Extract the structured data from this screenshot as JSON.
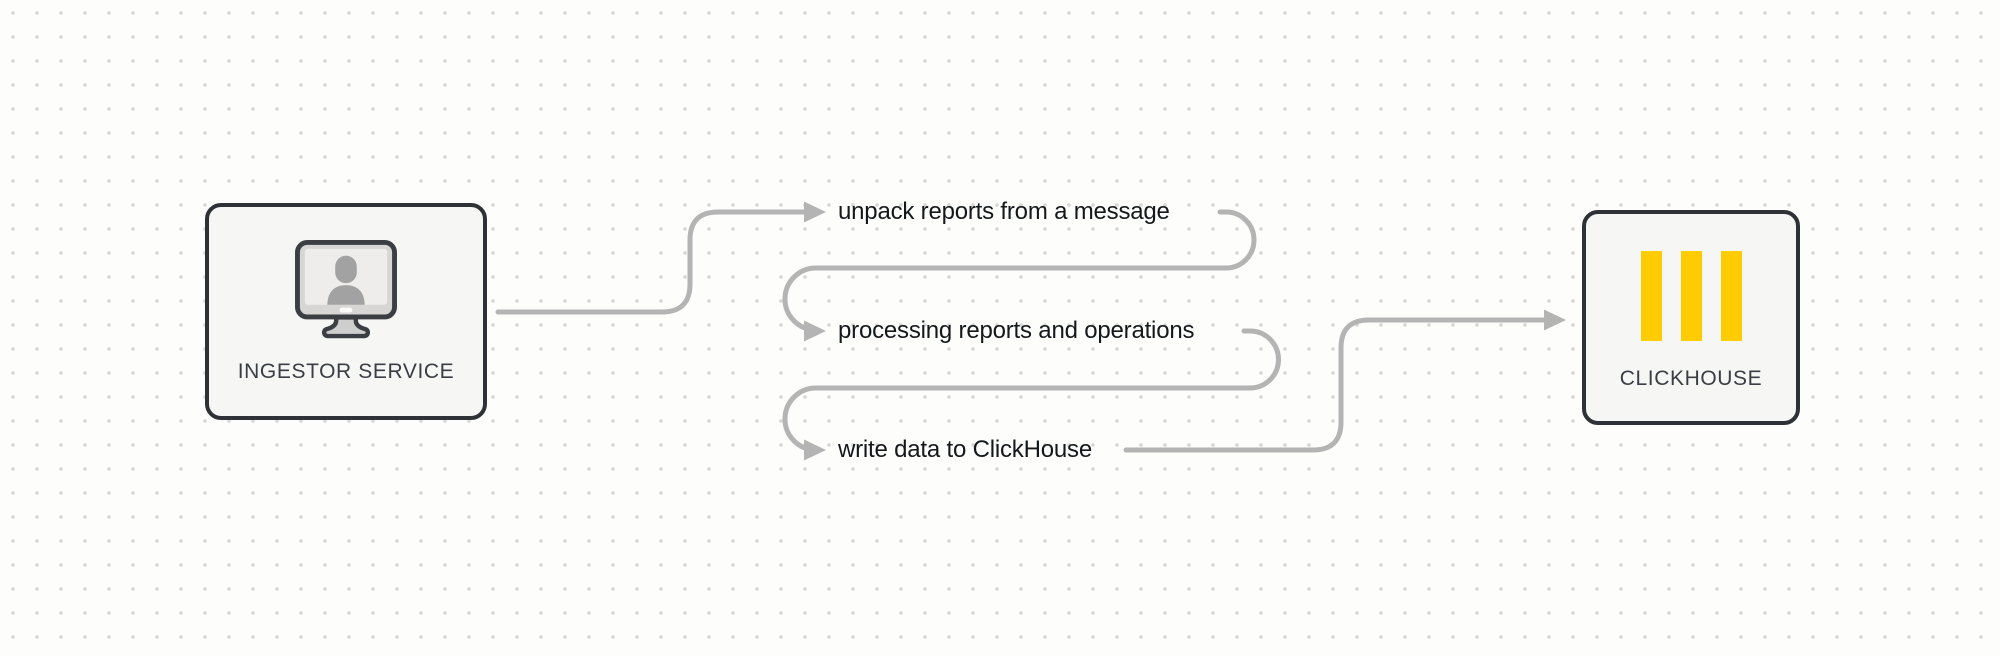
{
  "nodes": {
    "ingestor": {
      "label": "INGESTOR SERVICE",
      "icon": "monitor-user-icon"
    },
    "clickhouse": {
      "label": "CLICKHOUSE",
      "icon": "clickhouse-logo-icon"
    }
  },
  "steps": [
    {
      "label": "unpack reports from a message"
    },
    {
      "label": "processing reports and operations"
    },
    {
      "label": "write data to ClickHouse"
    }
  ],
  "colors": {
    "background": "#fdfdfc",
    "grid_dot": "#d8d8d8",
    "connector": "#b4b4b4",
    "node_border": "#2e3237",
    "node_fill": "#f6f6f4",
    "node_label": "#3a3e44",
    "step_text": "#15181b",
    "clickhouse_yellow": "#ffcb01"
  }
}
